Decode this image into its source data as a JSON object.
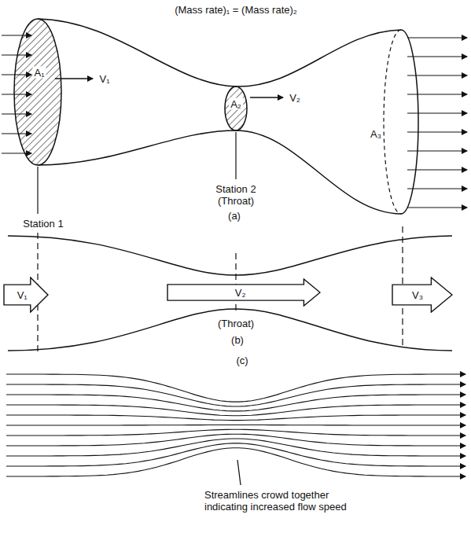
{
  "diagram": {
    "nodes": [
      {
        "text": [
          "V₁"
        ]
      },
      {
        "text": [
          "V₂"
        ]
      },
      {
        "text": [
          "V₃"
        ]
      }
    ],
    "labels": [
      "(Mass rate)₁ = (Mass rate)₂",
      "A₁",
      "V₁",
      "A₂",
      "V₂",
      "A₃",
      "Station 2 (Throat)",
      "(a)",
      "Station 1",
      "(Throat)",
      "(b)",
      "(c)",
      "Streamlines crowd together indicating increased flow speed"
    ]
  }
}
